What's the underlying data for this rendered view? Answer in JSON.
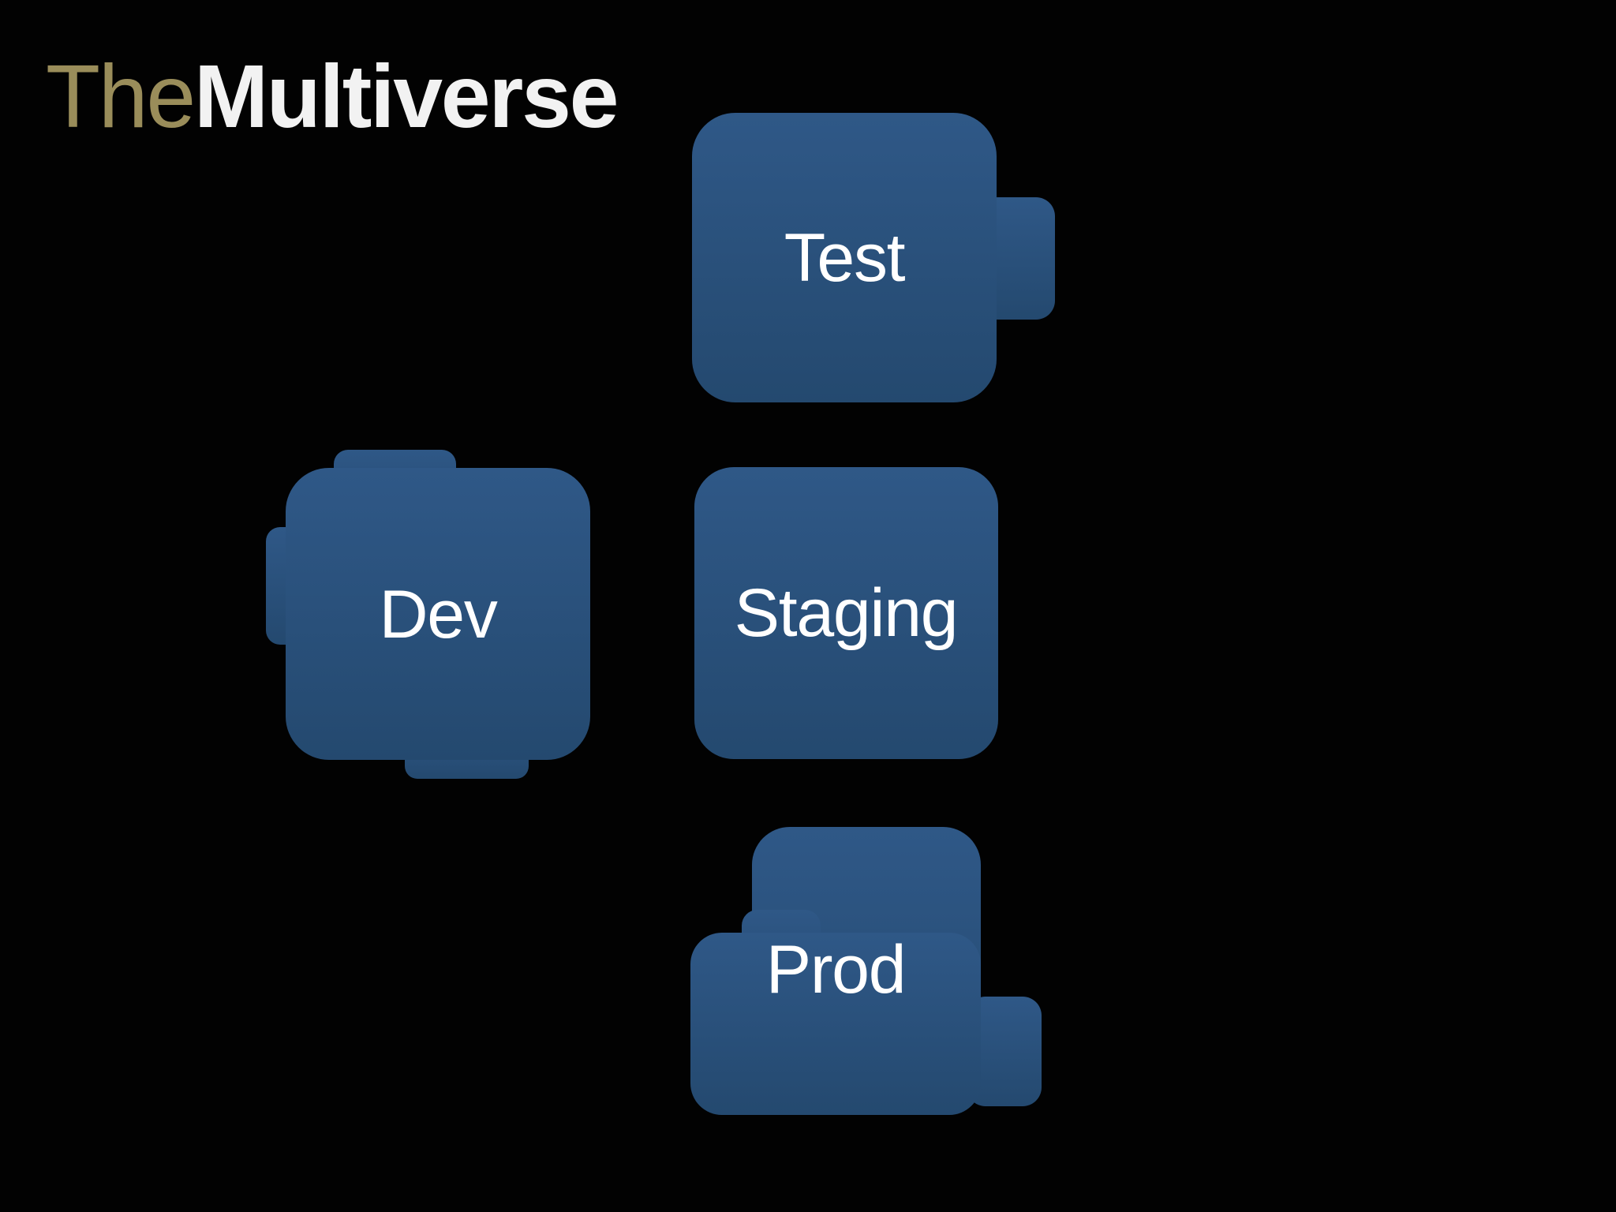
{
  "slide": {
    "background_color": "#020202",
    "title": {
      "prefix": "The",
      "emphasis": "Multiverse",
      "prefix_color": "#9a8d5a",
      "emphasis_color": "#f2f2f2"
    },
    "shape_colors": {
      "blue_top": "#2f5887",
      "blue_bottom": "#24496f",
      "label_color": "#ffffff"
    },
    "nodes": [
      {
        "id": "test",
        "label": "Test"
      },
      {
        "id": "dev",
        "label": "Dev"
      },
      {
        "id": "staging",
        "label": "Staging"
      },
      {
        "id": "prod",
        "label": "Prod"
      }
    ]
  }
}
